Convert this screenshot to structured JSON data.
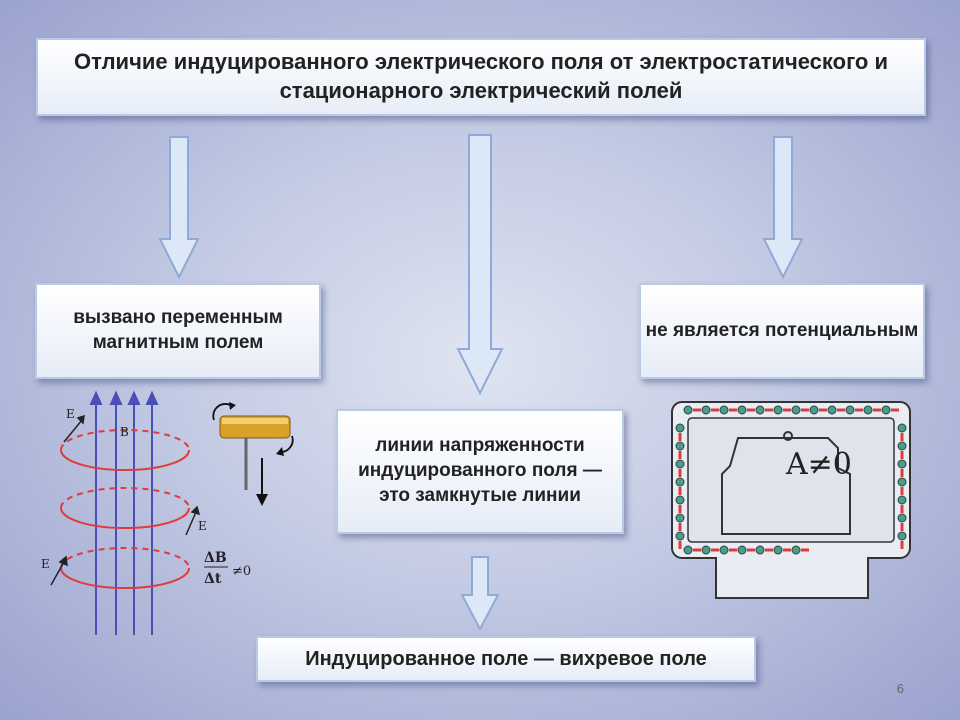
{
  "title": "Отличие индуцированного электрического поля от электростатического и стационарного электрический полей",
  "left_box": "вызвано переменным магнитным полем",
  "right_box": "не является потенциальным",
  "center_box": "линии напряженности индуцированного поля — это замкнутые линии",
  "bottom_box": "Индуцированное поле — вихревое поле",
  "labels": {
    "E": "E",
    "B": "B",
    "formula_num": "ΔB",
    "formula_den": "Δt",
    "formula_rel": "≠0",
    "work": "A≠0"
  },
  "page_number": "6",
  "colors": {
    "field_line": "#e23a3a",
    "b_line": "#4a4fb5",
    "arrow_fill": "#dce7f7",
    "arrow_stroke": "#8eaad6"
  }
}
